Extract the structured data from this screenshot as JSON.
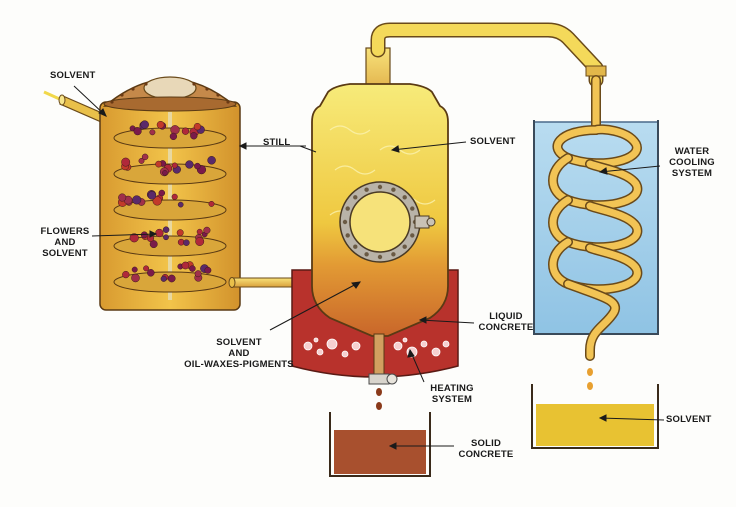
{
  "labels": {
    "solvent_inlet": "SOLVENT",
    "still": "STILL",
    "solvent_still": "SOLVENT",
    "water_cooling_1": "WATER",
    "water_cooling_2": "COOLING",
    "water_cooling_3": "SYSTEM",
    "flowers_1": "FLOWERS",
    "flowers_2": "AND",
    "flowers_3": "SOLVENT",
    "liquid_concrete_1": "LIQUID",
    "liquid_concrete_2": "CONCRETE",
    "solvent_mix_1": "SOLVENT",
    "solvent_mix_2": "AND",
    "solvent_mix_3": "OIL-WAXES-PIGMENTS",
    "heating_1": "HEATING",
    "heating_2": "SYSTEM",
    "solid_concrete_1": "SOLID",
    "solid_concrete_2": "CONCRETE",
    "solvent_collected": "SOLVENT"
  },
  "colors": {
    "solvent_yellow": "#f3d94a",
    "mixture_orange": "#d98a2a",
    "concrete_brown": "#9a4a2a",
    "heater_red": "#b8322c",
    "water_blue": "#a9d3ea",
    "flower_red": "#b0283a"
  }
}
